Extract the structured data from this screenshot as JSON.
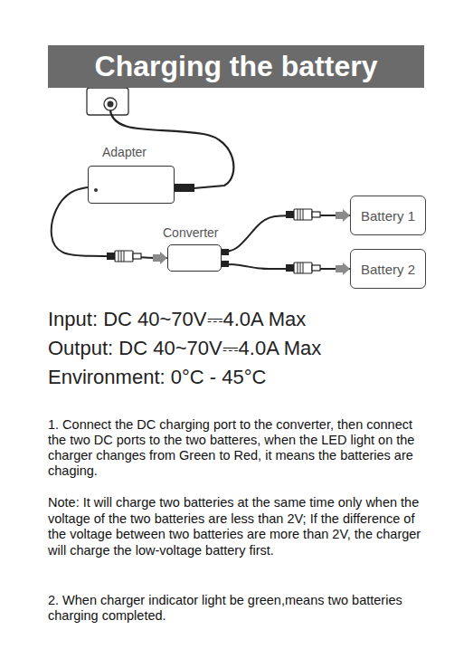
{
  "diagram": {
    "title": "Charging the battery",
    "nodes": [
      {
        "text": [
          "Adapter"
        ]
      },
      {
        "text": [
          "Converter"
        ]
      },
      {
        "text": [
          "Battery 1"
        ]
      },
      {
        "text": [
          "Battery 2"
        ]
      }
    ],
    "edges": [
      {
        "from": 0,
        "to": 1,
        "arrow": "to"
      },
      {
        "from": 1,
        "to": 2,
        "arrow": "to"
      },
      {
        "from": 1,
        "to": 3,
        "arrow": "to"
      }
    ],
    "labels": [
      "Input: DC 40~70V⎓4.0A Max",
      "Output: DC 40~70V⎓4.0A Max",
      "Environment: 0°C - 45°C",
      "1. Connect the DC charging port to the converter, then connect the two DC ports to the two batteres, when the LED light on the charger changes from Green to Red, it means the batteries are chaging.",
      "Note: It will charge two batteries at the same time only when the voltage of the two batteries are less than 2V; If the difference of the voltage between two batteries are more than 2V, the charger will charge the low-voltage battery first.",
      "2. When charger indicator light be green,means two batteries charging completed."
    ]
  }
}
